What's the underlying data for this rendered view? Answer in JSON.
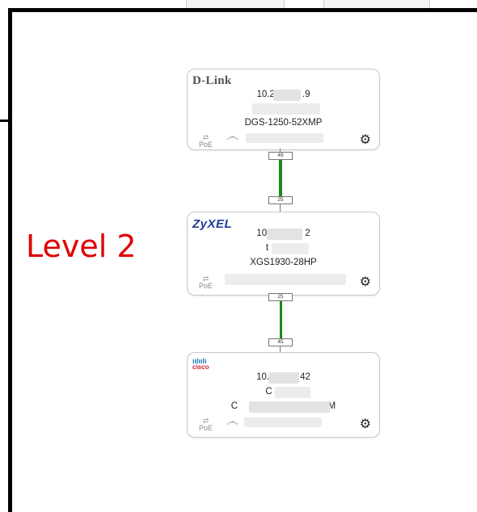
{
  "level_label": "Level 2",
  "colors": {
    "level_label": "#e00000",
    "link": "#1a8a1a",
    "frame": "#000000"
  },
  "devices": [
    {
      "brand": "D-Link",
      "ip": "10.2",
      "ip_end": ".9",
      "model": "DGS-1250-52XMP",
      "poe_label": "PoE",
      "gear_icon": "gear-icon"
    },
    {
      "brand": "ZyXEL",
      "ip": "10.",
      "ip_end": "2",
      "line2": "t",
      "model": "XGS1930-28HP",
      "poe_label": "PoE",
      "gear_icon": "gear-icon"
    },
    {
      "brand": "cisco",
      "ip": "10.",
      "ip_end": "42",
      "line2": "C",
      "model": "C",
      "model_end": "P-M",
      "poe_label": "PoE",
      "gear_icon": "gear-icon"
    }
  ],
  "links": [
    {
      "upper_port": "49",
      "lower_port": "25"
    },
    {
      "upper_port": "25",
      "lower_port": "45"
    }
  ]
}
